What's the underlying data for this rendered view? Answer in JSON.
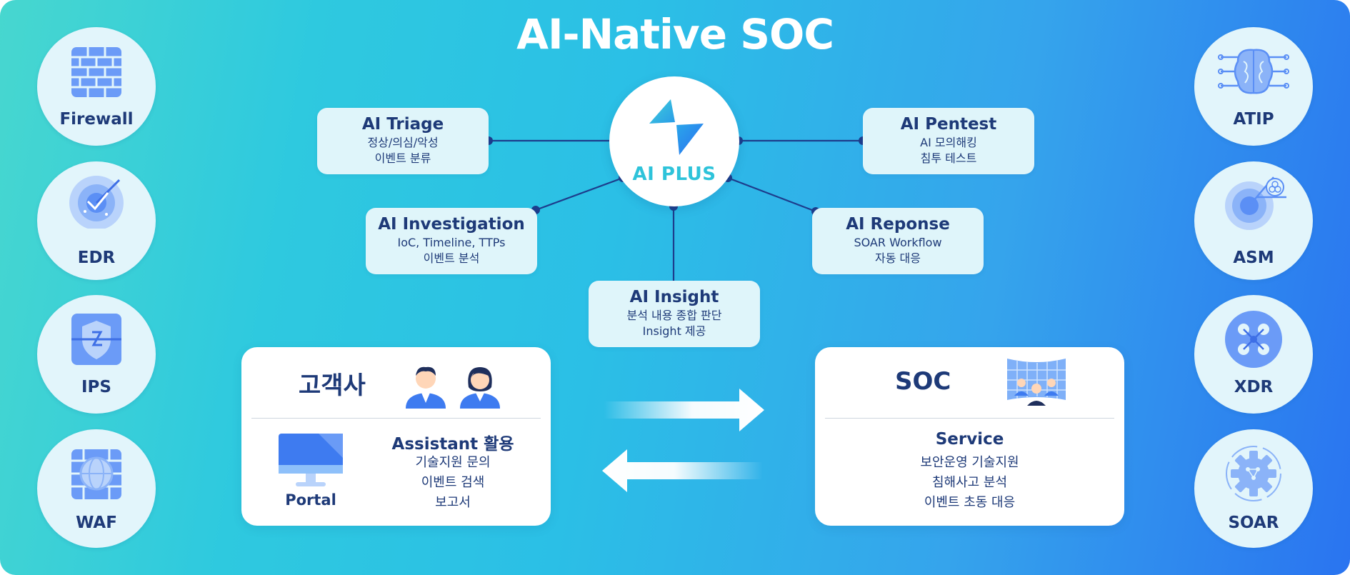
{
  "title": "AI-Native SOC",
  "left_tools": [
    {
      "label": "Firewall",
      "icon": "firewall-icon"
    },
    {
      "label": "EDR",
      "icon": "radar-icon"
    },
    {
      "label": "IPS",
      "icon": "shield-icon"
    },
    {
      "label": "WAF",
      "icon": "web-firewall-icon"
    }
  ],
  "right_tools": [
    {
      "label": "ATIP",
      "icon": "ai-brain-icon"
    },
    {
      "label": "ASM",
      "icon": "target-icon"
    },
    {
      "label": "XDR",
      "icon": "xdr-icon"
    },
    {
      "label": "SOAR",
      "icon": "gear-icon"
    }
  ],
  "hub": {
    "label": "AI PLUS",
    "icon": "ai-plus-logo-icon"
  },
  "ai_modules": {
    "triage": {
      "title": "AI Triage",
      "lines": [
        "정상/의심/악성",
        "이벤트 분류"
      ]
    },
    "pentest": {
      "title": "AI Pentest",
      "lines": [
        "AI 모의해킹",
        "침투 테스트"
      ]
    },
    "investigation": {
      "title": "AI Investigation",
      "lines": [
        "IoC, Timeline, TTPs",
        "이벤트 분석"
      ]
    },
    "response": {
      "title": "AI Reponse",
      "lines": [
        "SOAR Workflow",
        "자동 대응"
      ]
    },
    "insight": {
      "title": "AI Insight",
      "lines": [
        "분석 내용 종합 판단",
        "Insight 제공"
      ]
    }
  },
  "customer_panel": {
    "title": "고객사",
    "portal_label": "Portal",
    "assistant_title": "Assistant 활용",
    "items": [
      "기술지원 문의",
      "이벤트 검색",
      "보고서"
    ]
  },
  "soc_panel": {
    "title": "SOC",
    "service_title": "Service",
    "items": [
      "보안운영 기술지원",
      "침해사고 분석",
      "이벤트 초동 대응"
    ]
  },
  "colors": {
    "text_navy": "#1e3a78",
    "line_navy": "#1d3d8c",
    "hub_teal": "#2ec3da",
    "icon_blue": "#5b8ff5",
    "circle_bg": "#e2f5fb",
    "box_bg": "#dff5fa"
  }
}
